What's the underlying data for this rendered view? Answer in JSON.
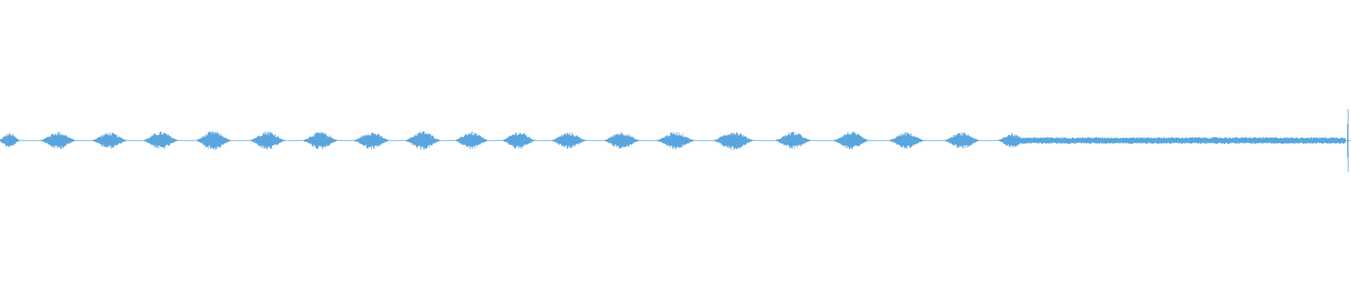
{
  "waveform": {
    "color": "#5aa5de",
    "background": "#ffffff",
    "baseline": "center",
    "pattern": {
      "bursts": [
        {
          "center": 0.007,
          "width": 0.018,
          "amp": 0.11
        },
        {
          "center": 0.043,
          "width": 0.03,
          "amp": 0.13
        },
        {
          "center": 0.081,
          "width": 0.03,
          "amp": 0.12
        },
        {
          "center": 0.119,
          "width": 0.03,
          "amp": 0.13
        },
        {
          "center": 0.158,
          "width": 0.03,
          "amp": 0.14
        },
        {
          "center": 0.198,
          "width": 0.03,
          "amp": 0.14
        },
        {
          "center": 0.237,
          "width": 0.03,
          "amp": 0.13
        },
        {
          "center": 0.275,
          "width": 0.03,
          "amp": 0.13
        },
        {
          "center": 0.313,
          "width": 0.03,
          "amp": 0.14
        },
        {
          "center": 0.349,
          "width": 0.028,
          "amp": 0.13
        },
        {
          "center": 0.384,
          "width": 0.028,
          "amp": 0.13
        },
        {
          "center": 0.421,
          "width": 0.03,
          "amp": 0.12
        },
        {
          "center": 0.46,
          "width": 0.03,
          "amp": 0.13
        },
        {
          "center": 0.5,
          "width": 0.032,
          "amp": 0.13
        },
        {
          "center": 0.543,
          "width": 0.034,
          "amp": 0.14
        },
        {
          "center": 0.587,
          "width": 0.03,
          "amp": 0.13
        },
        {
          "center": 0.63,
          "width": 0.03,
          "amp": 0.13
        },
        {
          "center": 0.671,
          "width": 0.03,
          "amp": 0.12
        },
        {
          "center": 0.712,
          "width": 0.03,
          "amp": 0.12
        },
        {
          "center": 0.749,
          "width": 0.024,
          "amp": 0.11
        }
      ],
      "sustained_start": 0.752,
      "sustained_end": 0.996,
      "sustained_amp": 0.05,
      "spike_position": 0.998,
      "spike_amp_up": 0.3,
      "spike_amp_down": 0.3
    }
  }
}
